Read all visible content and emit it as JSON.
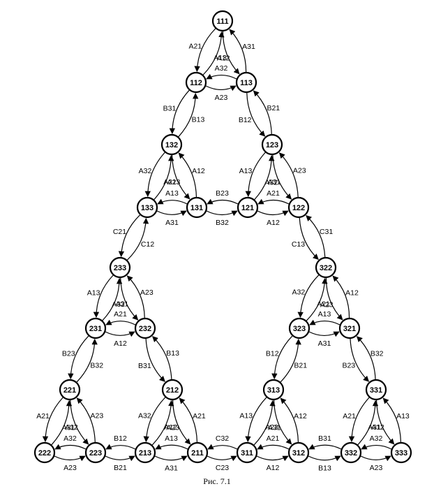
{
  "caption": "Рис. 7.1",
  "nodes": [
    "111",
    "112",
    "113",
    "132",
    "123",
    "133",
    "131",
    "121",
    "122",
    "233",
    "322",
    "231",
    "232",
    "323",
    "321",
    "221",
    "212",
    "313",
    "331",
    "222",
    "223",
    "213",
    "211",
    "311",
    "312",
    "332",
    "333"
  ],
  "edges": [
    {
      "from": "111",
      "to": "112",
      "label": "A21"
    },
    {
      "from": "112",
      "to": "111",
      "label": "A12"
    },
    {
      "from": "111",
      "to": "113",
      "label": "A13"
    },
    {
      "from": "113",
      "to": "111",
      "label": "A31"
    },
    {
      "from": "112",
      "to": "113",
      "label": "A23"
    },
    {
      "from": "113",
      "to": "112",
      "label": "A32"
    },
    {
      "from": "112",
      "to": "132",
      "label": "B31"
    },
    {
      "from": "132",
      "to": "112",
      "label": "B13"
    },
    {
      "from": "113",
      "to": "123",
      "label": "B12"
    },
    {
      "from": "123",
      "to": "113",
      "label": "B21"
    },
    {
      "from": "132",
      "to": "133",
      "label": "A32"
    },
    {
      "from": "133",
      "to": "132",
      "label": "A23"
    },
    {
      "from": "132",
      "to": "131",
      "label": "A21"
    },
    {
      "from": "131",
      "to": "132",
      "label": "A12"
    },
    {
      "from": "133",
      "to": "131",
      "label": "A31"
    },
    {
      "from": "131",
      "to": "133",
      "label": "A13"
    },
    {
      "from": "123",
      "to": "121",
      "label": "A13"
    },
    {
      "from": "121",
      "to": "123",
      "label": "A31"
    },
    {
      "from": "123",
      "to": "122",
      "label": "A32"
    },
    {
      "from": "122",
      "to": "123",
      "label": "A23"
    },
    {
      "from": "121",
      "to": "122",
      "label": "A12"
    },
    {
      "from": "122",
      "to": "121",
      "label": "A21"
    },
    {
      "from": "131",
      "to": "121",
      "label": "B32"
    },
    {
      "from": "121",
      "to": "131",
      "label": "B23"
    },
    {
      "from": "133",
      "to": "233",
      "label": "C21"
    },
    {
      "from": "233",
      "to": "133",
      "label": "C12"
    },
    {
      "from": "122",
      "to": "322",
      "label": "C13"
    },
    {
      "from": "322",
      "to": "122",
      "label": "C31"
    },
    {
      "from": "233",
      "to": "231",
      "label": "A13"
    },
    {
      "from": "231",
      "to": "233",
      "label": "A31"
    },
    {
      "from": "233",
      "to": "232",
      "label": "A32"
    },
    {
      "from": "232",
      "to": "233",
      "label": "A23"
    },
    {
      "from": "231",
      "to": "232",
      "label": "A12"
    },
    {
      "from": "232",
      "to": "231",
      "label": "A21"
    },
    {
      "from": "322",
      "to": "323",
      "label": "A32"
    },
    {
      "from": "323",
      "to": "322",
      "label": "A23"
    },
    {
      "from": "322",
      "to": "321",
      "label": "A21"
    },
    {
      "from": "321",
      "to": "322",
      "label": "A12"
    },
    {
      "from": "323",
      "to": "321",
      "label": "A31"
    },
    {
      "from": "321",
      "to": "323",
      "label": "A13"
    },
    {
      "from": "231",
      "to": "221",
      "label": "B23"
    },
    {
      "from": "221",
      "to": "231",
      "label": "B32"
    },
    {
      "from": "232",
      "to": "212",
      "label": "B31"
    },
    {
      "from": "212",
      "to": "232",
      "label": "B13"
    },
    {
      "from": "323",
      "to": "313",
      "label": "B12"
    },
    {
      "from": "313",
      "to": "323",
      "label": "B21"
    },
    {
      "from": "321",
      "to": "331",
      "label": "B23"
    },
    {
      "from": "331",
      "to": "321",
      "label": "B32"
    },
    {
      "from": "221",
      "to": "222",
      "label": "A21"
    },
    {
      "from": "222",
      "to": "221",
      "label": "A12"
    },
    {
      "from": "221",
      "to": "223",
      "label": "A31"
    },
    {
      "from": "223",
      "to": "221",
      "label": "A23"
    },
    {
      "from": "222",
      "to": "223",
      "label": "A23"
    },
    {
      "from": "223",
      "to": "222",
      "label": "A32"
    },
    {
      "from": "212",
      "to": "213",
      "label": "A32"
    },
    {
      "from": "213",
      "to": "212",
      "label": "A23"
    },
    {
      "from": "212",
      "to": "211",
      "label": "A12"
    },
    {
      "from": "211",
      "to": "212",
      "label": "A21"
    },
    {
      "from": "213",
      "to": "211",
      "label": "A31"
    },
    {
      "from": "211",
      "to": "213",
      "label": "A13"
    },
    {
      "from": "223",
      "to": "213",
      "label": "B21"
    },
    {
      "from": "213",
      "to": "223",
      "label": "B12"
    },
    {
      "from": "313",
      "to": "311",
      "label": "A13"
    },
    {
      "from": "311",
      "to": "313",
      "label": "A31"
    },
    {
      "from": "313",
      "to": "312",
      "label": "A23"
    },
    {
      "from": "312",
      "to": "313",
      "label": "A12"
    },
    {
      "from": "311",
      "to": "312",
      "label": "A12"
    },
    {
      "from": "312",
      "to": "311",
      "label": "A21"
    },
    {
      "from": "211",
      "to": "311",
      "label": "C23"
    },
    {
      "from": "311",
      "to": "211",
      "label": "C32"
    },
    {
      "from": "331",
      "to": "332",
      "label": "A21"
    },
    {
      "from": "332",
      "to": "331",
      "label": "A12"
    },
    {
      "from": "331",
      "to": "333",
      "label": "A31"
    },
    {
      "from": "333",
      "to": "331",
      "label": "A13"
    },
    {
      "from": "332",
      "to": "333",
      "label": "A23"
    },
    {
      "from": "333",
      "to": "332",
      "label": "A32"
    },
    {
      "from": "312",
      "to": "332",
      "label": "B13"
    },
    {
      "from": "332",
      "to": "312",
      "label": "B31"
    }
  ]
}
